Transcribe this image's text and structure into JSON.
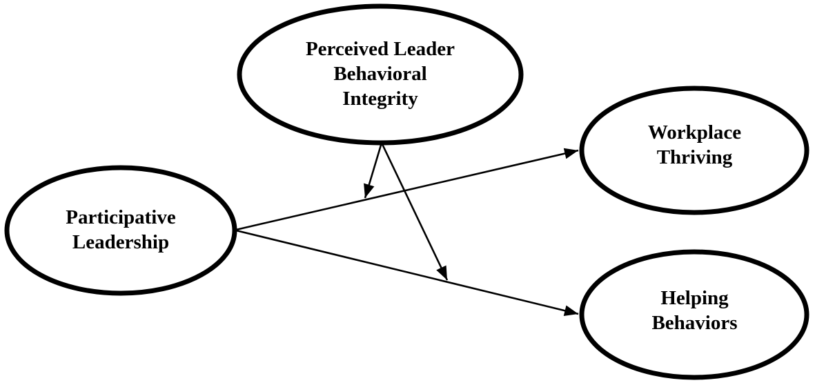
{
  "figure": {
    "type": "conceptual-model-diagram",
    "background_color": "#ffffff",
    "shape_stroke_color": "#000000",
    "text_color": "#000000",
    "nodes": [
      {
        "id": "perceived-leader-behavioral-integrity",
        "shape": "ellipse",
        "label": "Perceived Leader\nBehavioral\nIntegrity"
      },
      {
        "id": "participative-leadership",
        "shape": "ellipse",
        "label": "Participative\nLeadership"
      },
      {
        "id": "workplace-thriving",
        "shape": "ellipse",
        "label": "Workplace\nThriving"
      },
      {
        "id": "helping-behaviors",
        "shape": "ellipse",
        "label": "Helping\nBehaviors"
      }
    ],
    "edges": [
      {
        "id": "pl-to-wt",
        "from": "participative-leadership",
        "to": "workplace-thriving",
        "arrowhead": "filled-triangle"
      },
      {
        "id": "pl-to-hb",
        "from": "participative-leadership",
        "to": "helping-behaviors",
        "arrowhead": "filled-triangle"
      },
      {
        "id": "plbi-moderates-pl-wt",
        "from": "perceived-leader-behavioral-integrity",
        "to_edge": "pl-to-wt",
        "arrowhead": "filled-triangle"
      },
      {
        "id": "plbi-moderates-pl-hb",
        "from": "perceived-leader-behavioral-integrity",
        "to_edge": "pl-to-hb",
        "arrowhead": "filled-triangle"
      }
    ]
  }
}
